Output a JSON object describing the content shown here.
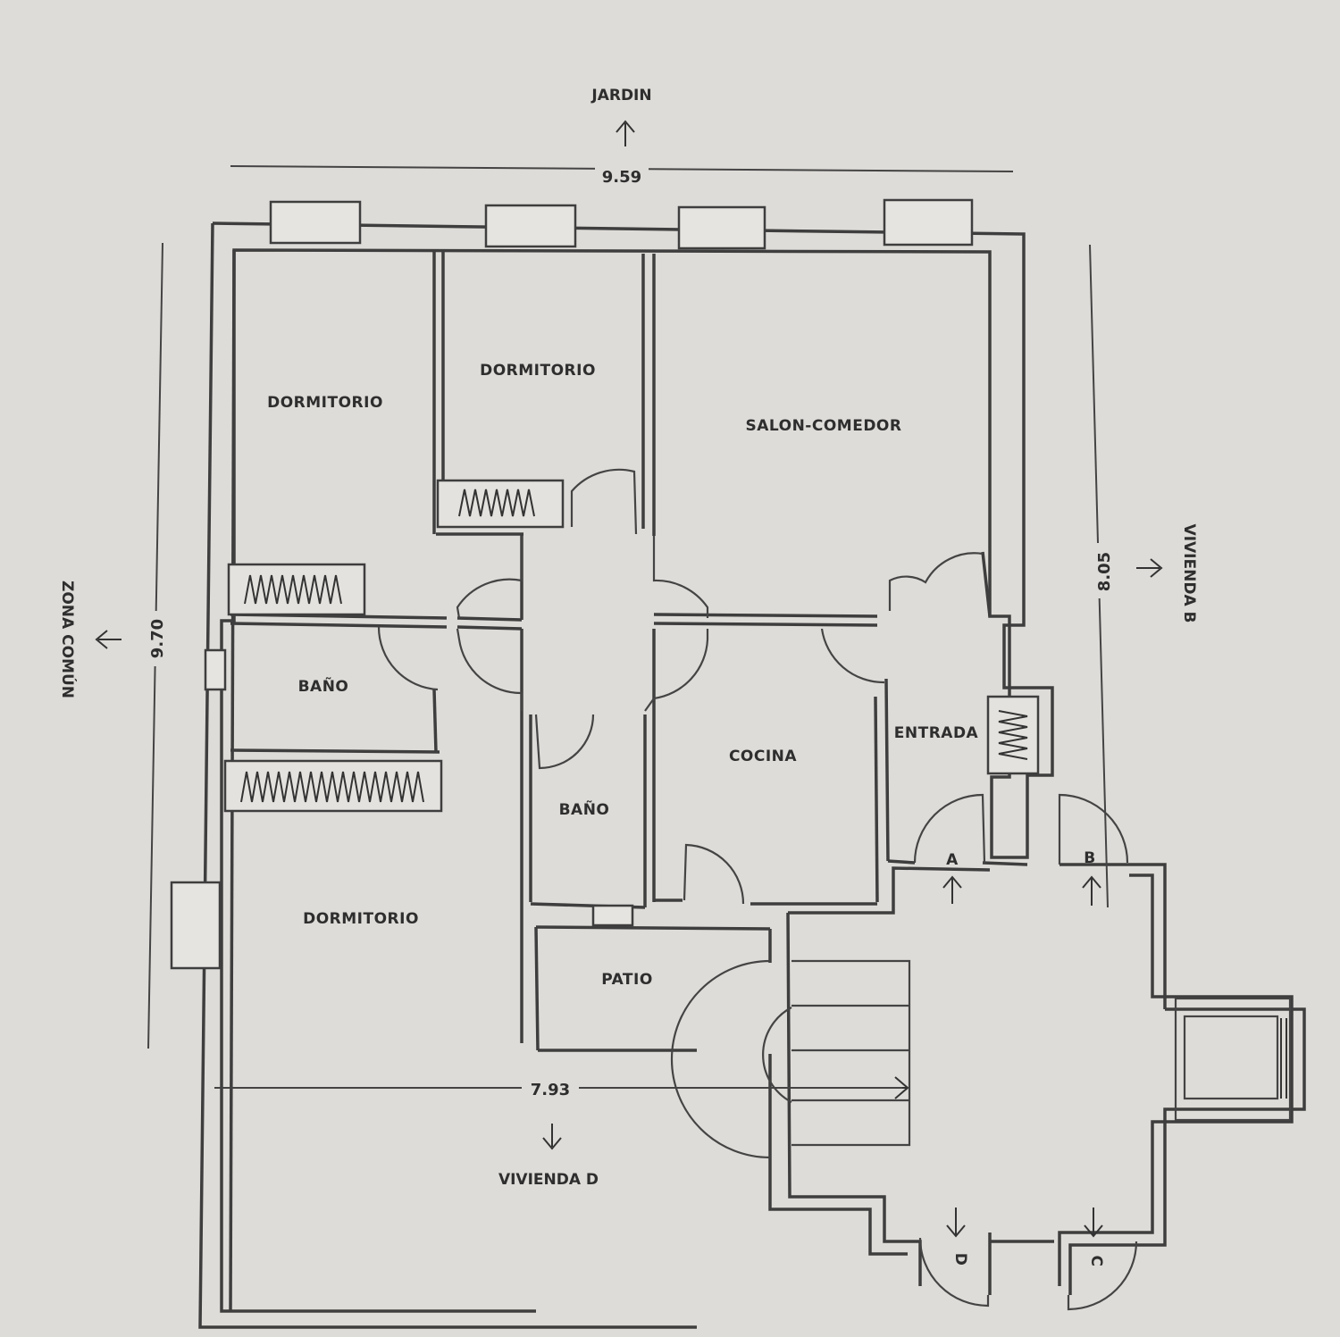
{
  "rooms": {
    "bedroom_1": "DORMITORIO",
    "bedroom_2": "DORMITORIO",
    "bedroom_3": "DORMITORIO",
    "living_dining": "SALON-COMEDOR",
    "bath_1": "BAÑO",
    "bath_2": "BAÑO",
    "kitchen": "COCINA",
    "entrance": "ENTRADA",
    "patio": "PATIO"
  },
  "dimensions": {
    "top": "9.59",
    "left": "9.70",
    "right": "8.05",
    "bottom": "7.93"
  },
  "surroundings": {
    "north": "JARDIN",
    "west": "ZONA COMÚN",
    "east": "VIVIENDA B",
    "south": "VIVIENDA D"
  },
  "unit_doors": {
    "a": "A",
    "b": "B",
    "c": "C",
    "d": "D"
  }
}
